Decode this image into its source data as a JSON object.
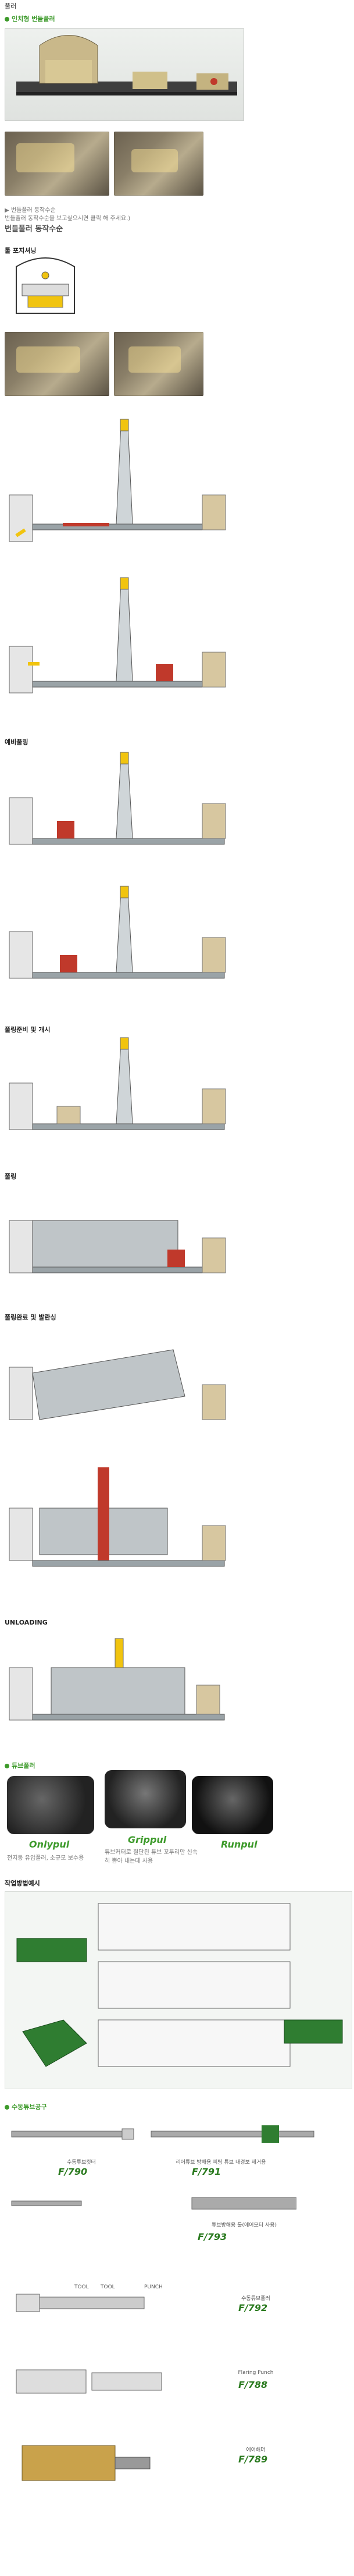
{
  "page": {
    "top_title": "풀러",
    "sections": {
      "s1": "인치형 번들풀러",
      "s2": "툴 포지셔닝",
      "s3": "예비풀링",
      "s4": "풀링준비 및 개시",
      "s5": "풀링",
      "s6": "풀링완료 및 발란싱",
      "s7": "UNLOADING",
      "s8": "튜브풀러",
      "s9": "작업방법예시",
      "s10": "수동튜브공구"
    },
    "intro": {
      "bullet": "▶ 번들풀러 동작수순",
      "line1": "번들풀러 동작수순을 보고싶으시면 클릭 해 주세요.)",
      "link": "번들풀러 동작수순"
    },
    "products": [
      {
        "name": "Onlypul",
        "desc": "전지동 유압풀러, 소규모 보수용"
      },
      {
        "name": "Grippul",
        "desc": "튜브커터로 절단된 튜브 꼬투리만 신속히 뽑아 내는데 사용"
      },
      {
        "name": "Runpul",
        "desc": ""
      }
    ],
    "tools": [
      {
        "desc": "수동튜브컷터",
        "code": "F/790"
      },
      {
        "desc": "리어튜브 방해용 피팅 튜브 내경보 제거용",
        "code": "F/791"
      },
      {
        "desc": "튜브방해용 툴(에어모터 사용)",
        "code": "F/793"
      },
      {
        "desc": "수동튜브풀러",
        "code": "F/792"
      },
      {
        "desc": "Flaring Punch",
        "code": "F/788"
      },
      {
        "desc": "에어해머",
        "code": "F/789"
      }
    ],
    "diagram_labels": {
      "tool_top": "TOOL",
      "tool_mid": "TOOL",
      "tool_right": "PUNCH"
    },
    "colors": {
      "accent_green": "#3c9a2a",
      "diagram_red": "#c0392b",
      "diagram_yellow": "#f1c40f",
      "diagram_gray": "#9aa3a7"
    }
  }
}
